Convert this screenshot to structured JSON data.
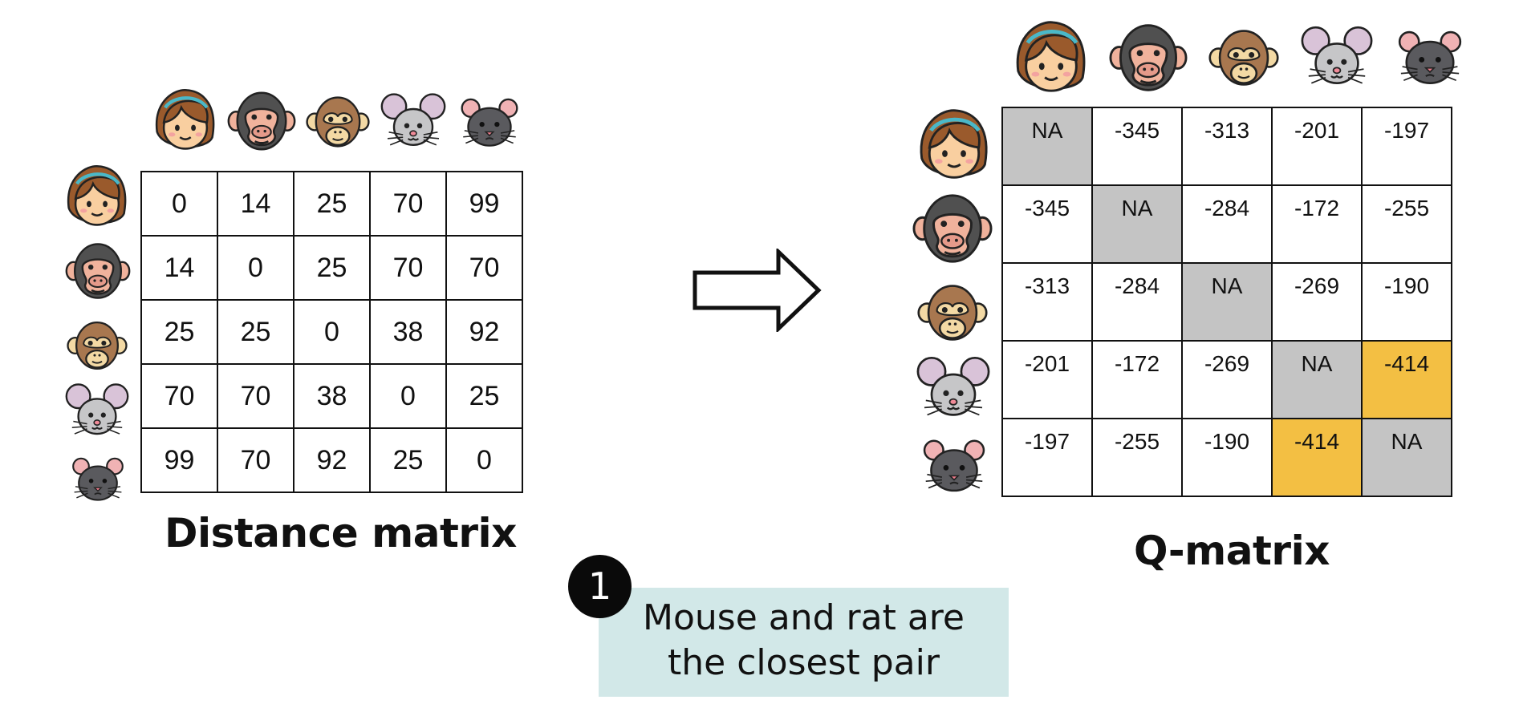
{
  "colors": {
    "diagonal_cell": "#c4c4c4",
    "highlight_cell": "#f3bf43",
    "note_background": "#d2e8e8",
    "badge": "#0a0a0a",
    "border": "#111111"
  },
  "species": [
    {
      "icon": "girl-face-icon"
    },
    {
      "icon": "chimpanzee-face-icon"
    },
    {
      "icon": "monkey-face-icon"
    },
    {
      "icon": "mouse-face-icon"
    },
    {
      "icon": "rat-face-icon"
    }
  ],
  "distance_matrix": {
    "caption": "Distance matrix",
    "rows": [
      [
        "0",
        "14",
        "25",
        "70",
        "99"
      ],
      [
        "14",
        "0",
        "25",
        "70",
        "70"
      ],
      [
        "25",
        "25",
        "0",
        "38",
        "92"
      ],
      [
        "70",
        "70",
        "38",
        "0",
        "25"
      ],
      [
        "99",
        "70",
        "92",
        "25",
        "0"
      ]
    ]
  },
  "q_matrix": {
    "caption": "Q-matrix",
    "rows": [
      [
        "NA",
        "-345",
        "-313",
        "-201",
        "-197"
      ],
      [
        "-345",
        "NA",
        "-284",
        "-172",
        "-255"
      ],
      [
        "-313",
        "-284",
        "NA",
        "-269",
        "-190"
      ],
      [
        "-201",
        "-172",
        "-269",
        "NA",
        "-414"
      ],
      [
        "-197",
        "-255",
        "-190",
        "-414",
        "NA"
      ]
    ],
    "highlighted_cells": [
      [
        3,
        4
      ],
      [
        4,
        3
      ]
    ]
  },
  "note": {
    "step": "1",
    "lines": [
      "Mouse and rat are",
      "the closest pair"
    ]
  }
}
